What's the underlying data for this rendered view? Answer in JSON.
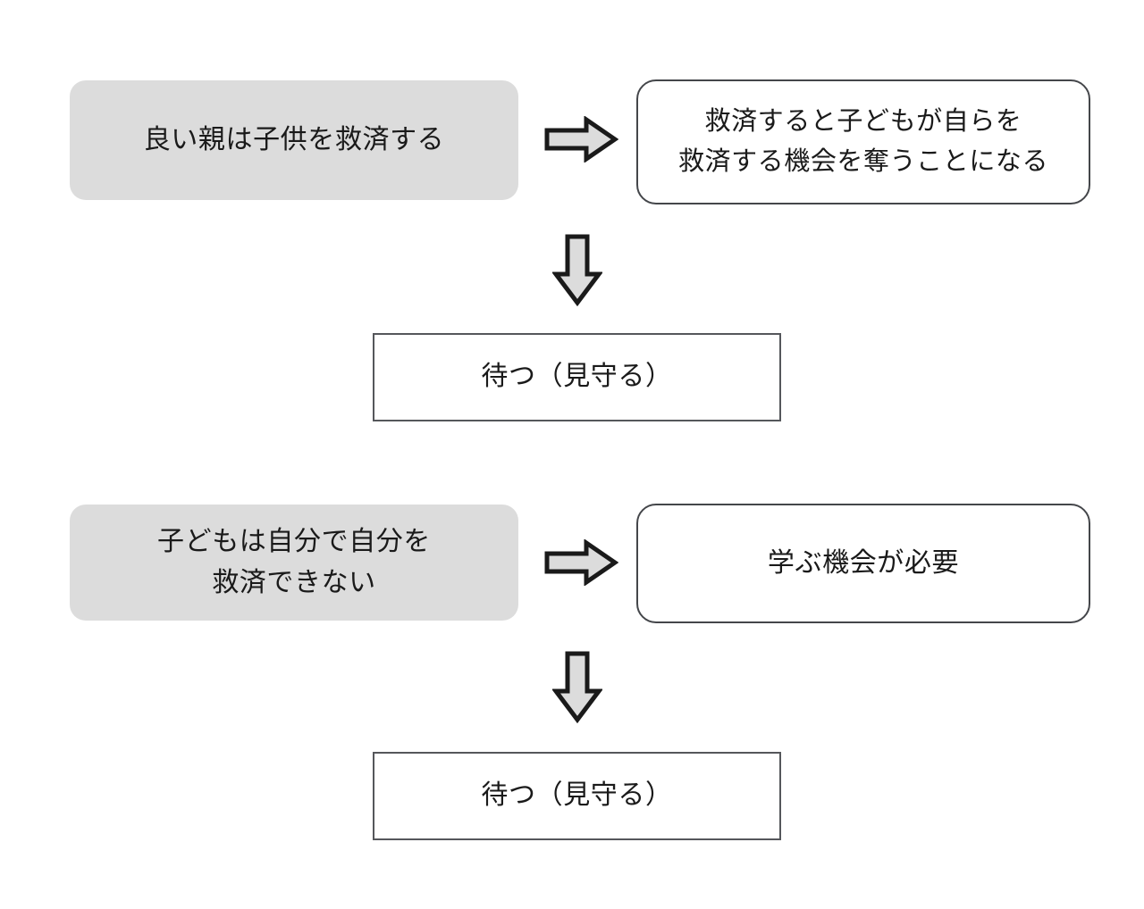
{
  "diagram": {
    "type": "flowchart",
    "background_color": "#ffffff",
    "text_color": "#1a1a1a",
    "fill_color": "#dcdcdc",
    "outline_color": "#44464a",
    "groups": [
      {
        "id": "group-1",
        "premise": {
          "label": "良い親は子供を救済する",
          "style": "filled-rounded"
        },
        "arrow_right": {
          "icon": "arrow-right-icon",
          "direction": "right"
        },
        "consequence": {
          "label": "救済すると子どもが自らを\n救済する機会を奪うことになる",
          "style": "outlined-rounded"
        },
        "arrow_down": {
          "icon": "arrow-down-icon",
          "direction": "down"
        },
        "result": {
          "label": "待つ（見守る）",
          "style": "outlined-square"
        }
      },
      {
        "id": "group-2",
        "premise": {
          "label": "子どもは自分で自分を\n救済できない",
          "style": "filled-rounded"
        },
        "arrow_right": {
          "icon": "arrow-right-icon",
          "direction": "right"
        },
        "consequence": {
          "label": "学ぶ機会が必要",
          "style": "outlined-rounded"
        },
        "arrow_down": {
          "icon": "arrow-down-icon",
          "direction": "down"
        },
        "result": {
          "label": "待つ（見守る）",
          "style": "outlined-square"
        }
      }
    ]
  }
}
